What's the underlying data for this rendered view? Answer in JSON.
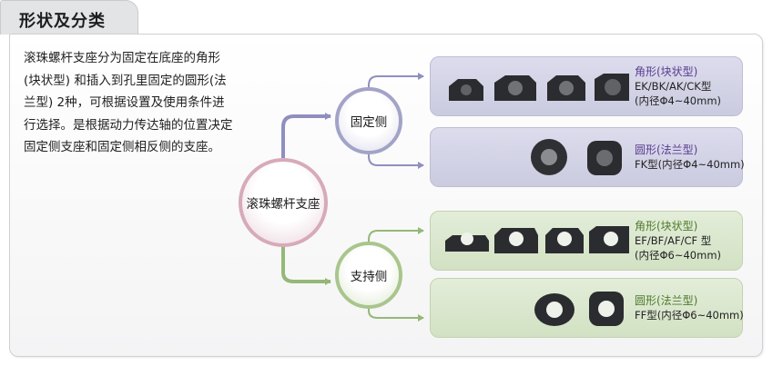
{
  "section_title": "形状及分类",
  "description": "滚珠螺杆支座分为固定在底座的角形(块状型) 和插入到孔里固定的圆形(法兰型) 2种，可根据设置及使用条件进行选择。是根据动力传达轴的位置决定固定侧支座和固定侧相反侧的支座。",
  "root_node": "滚珠螺杆支座",
  "fixed_node": "固定侧",
  "support_node": "支持侧",
  "cards": {
    "fixed_square": {
      "title": "角形(块状型)",
      "line1": "EK/BK/AK/CK型",
      "line2": "(内径Φ4~40mm)"
    },
    "fixed_round": {
      "title": "圆形(法兰型)",
      "line1": "FK型(内径Φ4~40mm)"
    },
    "support_square": {
      "title": "角形(块状型)",
      "line1": "EF/BF/AF/CF 型",
      "line2": "(内径Φ6~40mm)"
    },
    "support_round": {
      "title": "圆形(法兰型)",
      "line1": "FF型(内径Φ6~40mm)"
    }
  },
  "colors": {
    "fixed_accent": "#8f8fbf",
    "support_accent": "#95b877",
    "root_accent": "#d7aab9"
  }
}
